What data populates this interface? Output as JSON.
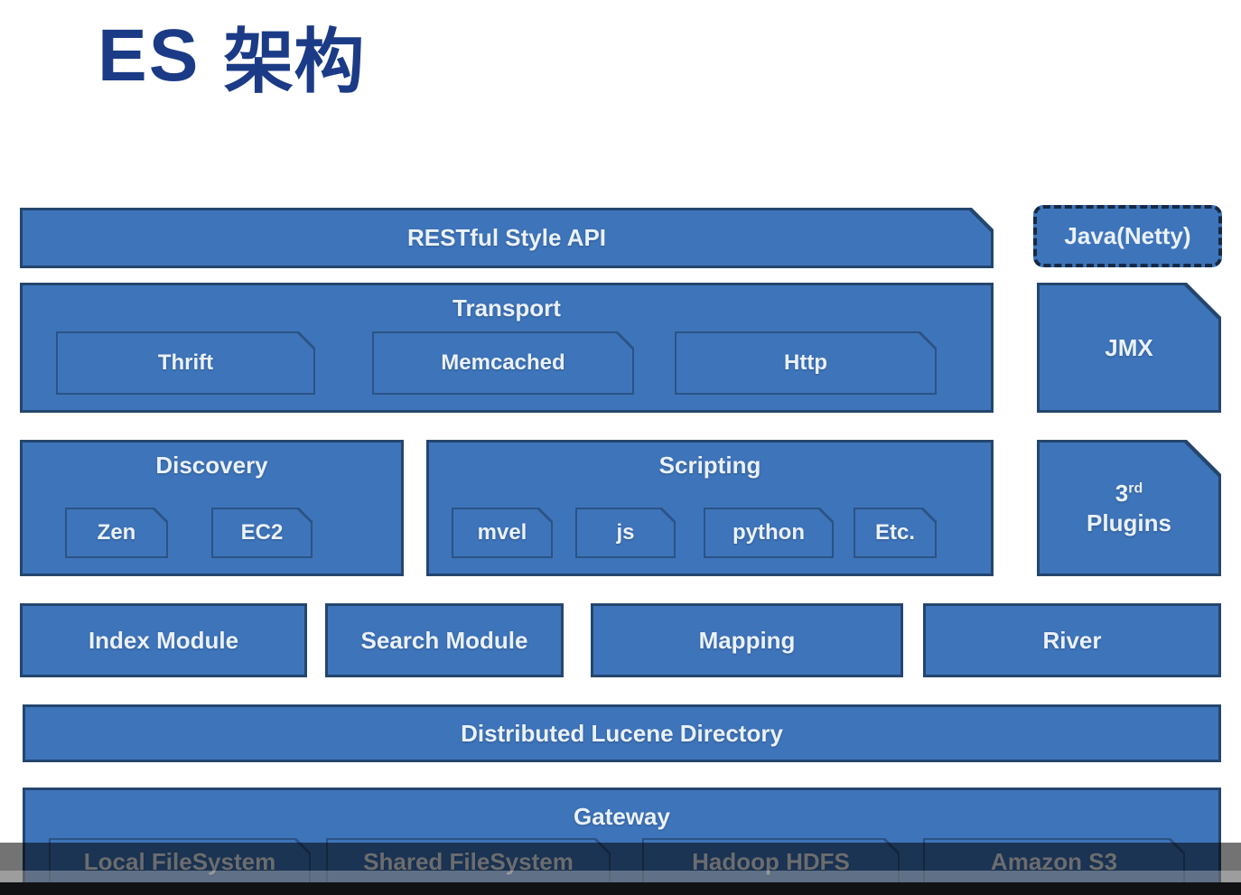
{
  "title": {
    "es": "ES",
    "zh": "架构"
  },
  "colors": {
    "fill": "#3E74BA",
    "border": "#24466E",
    "innerborder": "#2B5385",
    "text": "#EAF1F9",
    "title": "#1B3B86"
  },
  "boxes": {
    "restful": "RESTful Style API",
    "java_netty": "Java(Netty)",
    "transport": "Transport",
    "thrift": "Thrift",
    "memcached": "Memcached",
    "http": "Http",
    "jmx": "JMX",
    "discovery": "Discovery",
    "zen": "Zen",
    "ec2": "EC2",
    "scripting": "Scripting",
    "mvel": "mvel",
    "js": "js",
    "python": "python",
    "etc": "Etc.",
    "plugins_num": "3",
    "plugins_sup": "rd",
    "plugins_word": "Plugins",
    "index_module": "Index Module",
    "search_module": "Search Module",
    "mapping": "Mapping",
    "river": "River",
    "lucene": "Distributed Lucene Directory",
    "gateway": "Gateway",
    "local_fs": "Local FileSystem",
    "shared_fs": "Shared FileSystem",
    "hadoop": "Hadoop HDFS",
    "amazon": "Amazon S3"
  }
}
